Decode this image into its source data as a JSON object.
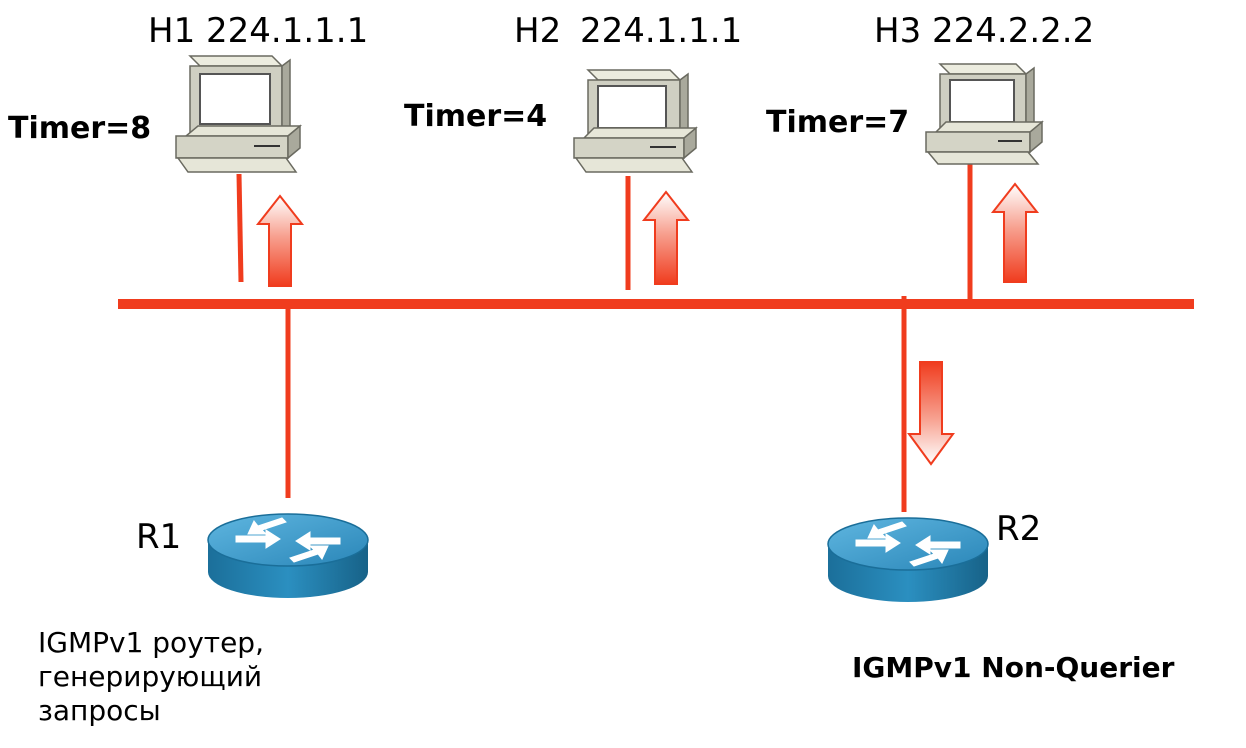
{
  "hosts": [
    {
      "name": "H1",
      "group": "224.1.1.1",
      "timer": "Timer=8"
    },
    {
      "name": "H2",
      "group": "224.1.1.1",
      "timer": "Timer=4"
    },
    {
      "name": "H3",
      "group": "224.2.2.2",
      "timer": "Timer=7"
    }
  ],
  "routers": [
    {
      "name": "R1",
      "description_lines": [
        "IGMPv1 роутер,",
        "генерирующий",
        "запросы"
      ]
    },
    {
      "name": "R2",
      "description": "IGMPv1 Non-Querier"
    }
  ],
  "colors": {
    "link": "#f03c1e",
    "router_top": "#2f97c8",
    "router_side": "#1a6e99",
    "pc_body": "#d9d9cc",
    "arrow_fill": "#f03c1e"
  }
}
